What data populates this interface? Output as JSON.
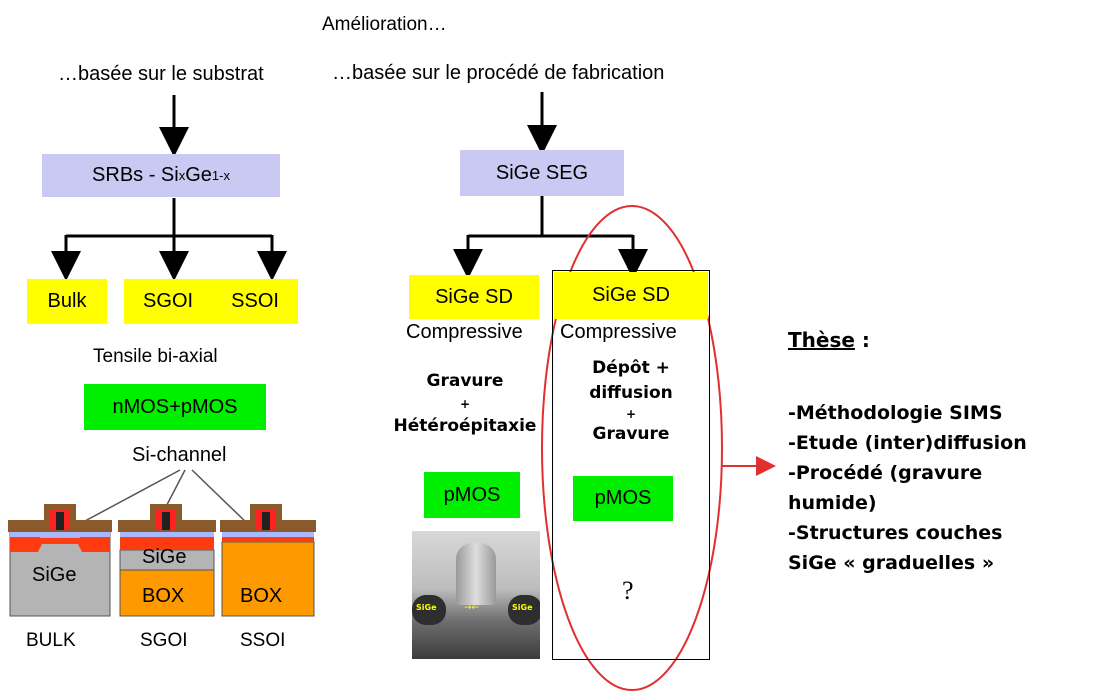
{
  "header": {
    "title": "Amélioration…"
  },
  "left": {
    "heading": "…basée sur le substrat",
    "srb": {
      "prefix": "SRBs - Si",
      "sub_x": "x",
      "mid": "Ge",
      "sub_1x": "1-x"
    },
    "types": [
      "Bulk",
      "SGOI",
      "SSOI"
    ],
    "strain": "Tensile bi-axial",
    "device": "nMOS+pMOS",
    "channel": "Si-channel",
    "struct_labels": {
      "sige": "SiGe",
      "sige2": "SiGe",
      "box1": "BOX",
      "box2": "BOX"
    },
    "struct_names": [
      "BULK",
      "SGOI",
      "SSOI"
    ]
  },
  "middle": {
    "heading": "…basée sur le procédé de fabrication",
    "seg": "SiGe SEG",
    "col1": {
      "sd": "SiGe SD",
      "strain": "Compressive",
      "process": [
        "Gravure",
        "+",
        "Hétéroépitaxie"
      ],
      "device": "pMOS",
      "tem_labels": {
        "left": "SiGe",
        "right": "SiGe"
      }
    },
    "col2": {
      "sd": "SiGe SD",
      "strain": "Compressive",
      "process": [
        "Dépôt +",
        "diffusion",
        "+",
        "Gravure"
      ],
      "device": "pMOS",
      "unknown": "?"
    }
  },
  "thesis": {
    "title": "Thèse",
    "colon": " :",
    "items": [
      "-Méthodologie SIMS",
      "-Etude (inter)diffusion",
      "-Procédé (gravure",
      "humide)",
      "-Structures couches",
      "SiGe « graduelles »"
    ]
  },
  "colors": {
    "lavender": "#c9c9f4",
    "yellow": "#ffff00",
    "green": "#00ee00",
    "ellipse": "#e03030",
    "orange": "#ff9900",
    "gray": "#b4b4b4",
    "brown": "#8b5a2b"
  }
}
